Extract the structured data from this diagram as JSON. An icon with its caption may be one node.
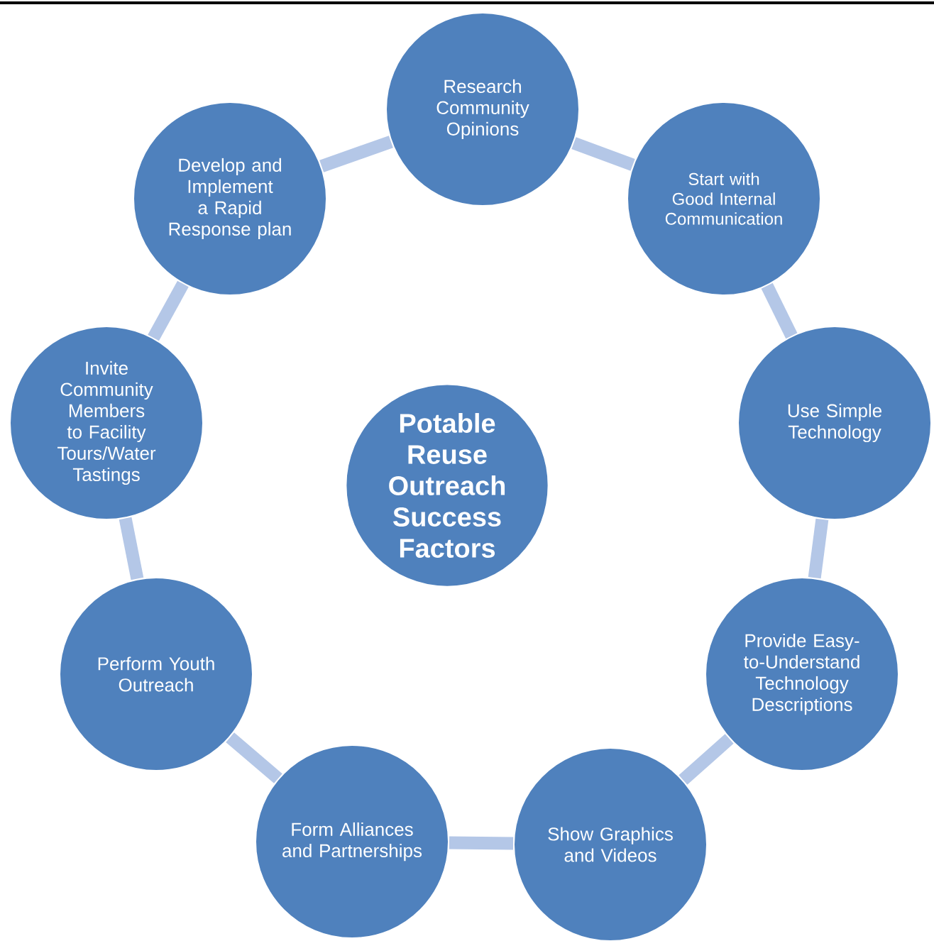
{
  "diagram": {
    "nodes": [
      {
        "text": [
          "Potable Reuse Outreach Success Factors"
        ]
      },
      {
        "text": [
          "Research Community Opinions"
        ]
      },
      {
        "text": [
          "Start with Good Internal Communication"
        ]
      },
      {
        "text": [
          "Use Simple Technology"
        ]
      },
      {
        "text": [
          "Provide Easy-to-Understand Technology Descriptions"
        ]
      },
      {
        "text": [
          "Show Graphics and Videos"
        ]
      },
      {
        "text": [
          "Form Alliances and Partnerships"
        ]
      },
      {
        "text": [
          "Perform Youth Outreach"
        ]
      },
      {
        "text": [
          "Invite Community Members to Facility Tours/Water Tastings"
        ]
      },
      {
        "text": [
          "Develop and Implement a Rapid Response plan"
        ]
      }
    ],
    "edges": [
      {
        "from": 1,
        "to": 2,
        "arrow": "none"
      },
      {
        "from": 2,
        "to": 3,
        "arrow": "none"
      },
      {
        "from": 3,
        "to": 4,
        "arrow": "none"
      },
      {
        "from": 4,
        "to": 5,
        "arrow": "none"
      },
      {
        "from": 5,
        "to": 6,
        "arrow": "none"
      },
      {
        "from": 6,
        "to": 7,
        "arrow": "none"
      },
      {
        "from": 7,
        "to": 8,
        "arrow": "none"
      },
      {
        "from": 8,
        "to": 9,
        "arrow": "none"
      },
      {
        "from": 9,
        "to": 1,
        "arrow": "none"
      }
    ]
  }
}
